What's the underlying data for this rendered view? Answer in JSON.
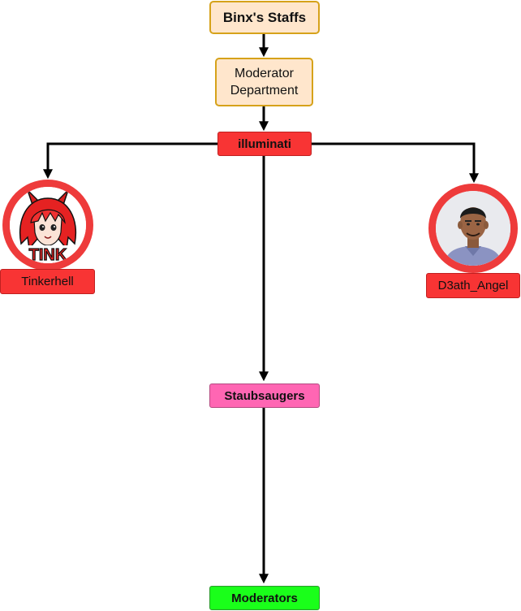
{
  "root": {
    "title": "Binx's Staffs"
  },
  "department": {
    "line1": "Moderator",
    "line2": "Department"
  },
  "leader": {
    "label": "illuminati"
  },
  "members": [
    {
      "name": "Tinkerhell",
      "avatar_icon": "red-haired-devil-girl-logo-icon",
      "avatar_text": "TINK"
    },
    {
      "name": "D3ath_Angel",
      "avatar_icon": "man-photo-icon"
    }
  ],
  "groups": [
    {
      "label": "Staubsaugers",
      "color": "#ff66b3"
    },
    {
      "label": "Moderators",
      "color": "#1aff1a"
    }
  ],
  "colors": {
    "org_fill": "#ffe6cc",
    "org_border": "#d6a21a",
    "leader_fill": "#f83434",
    "avatar_ring": "#ee3b3b",
    "connector": "#000000"
  }
}
